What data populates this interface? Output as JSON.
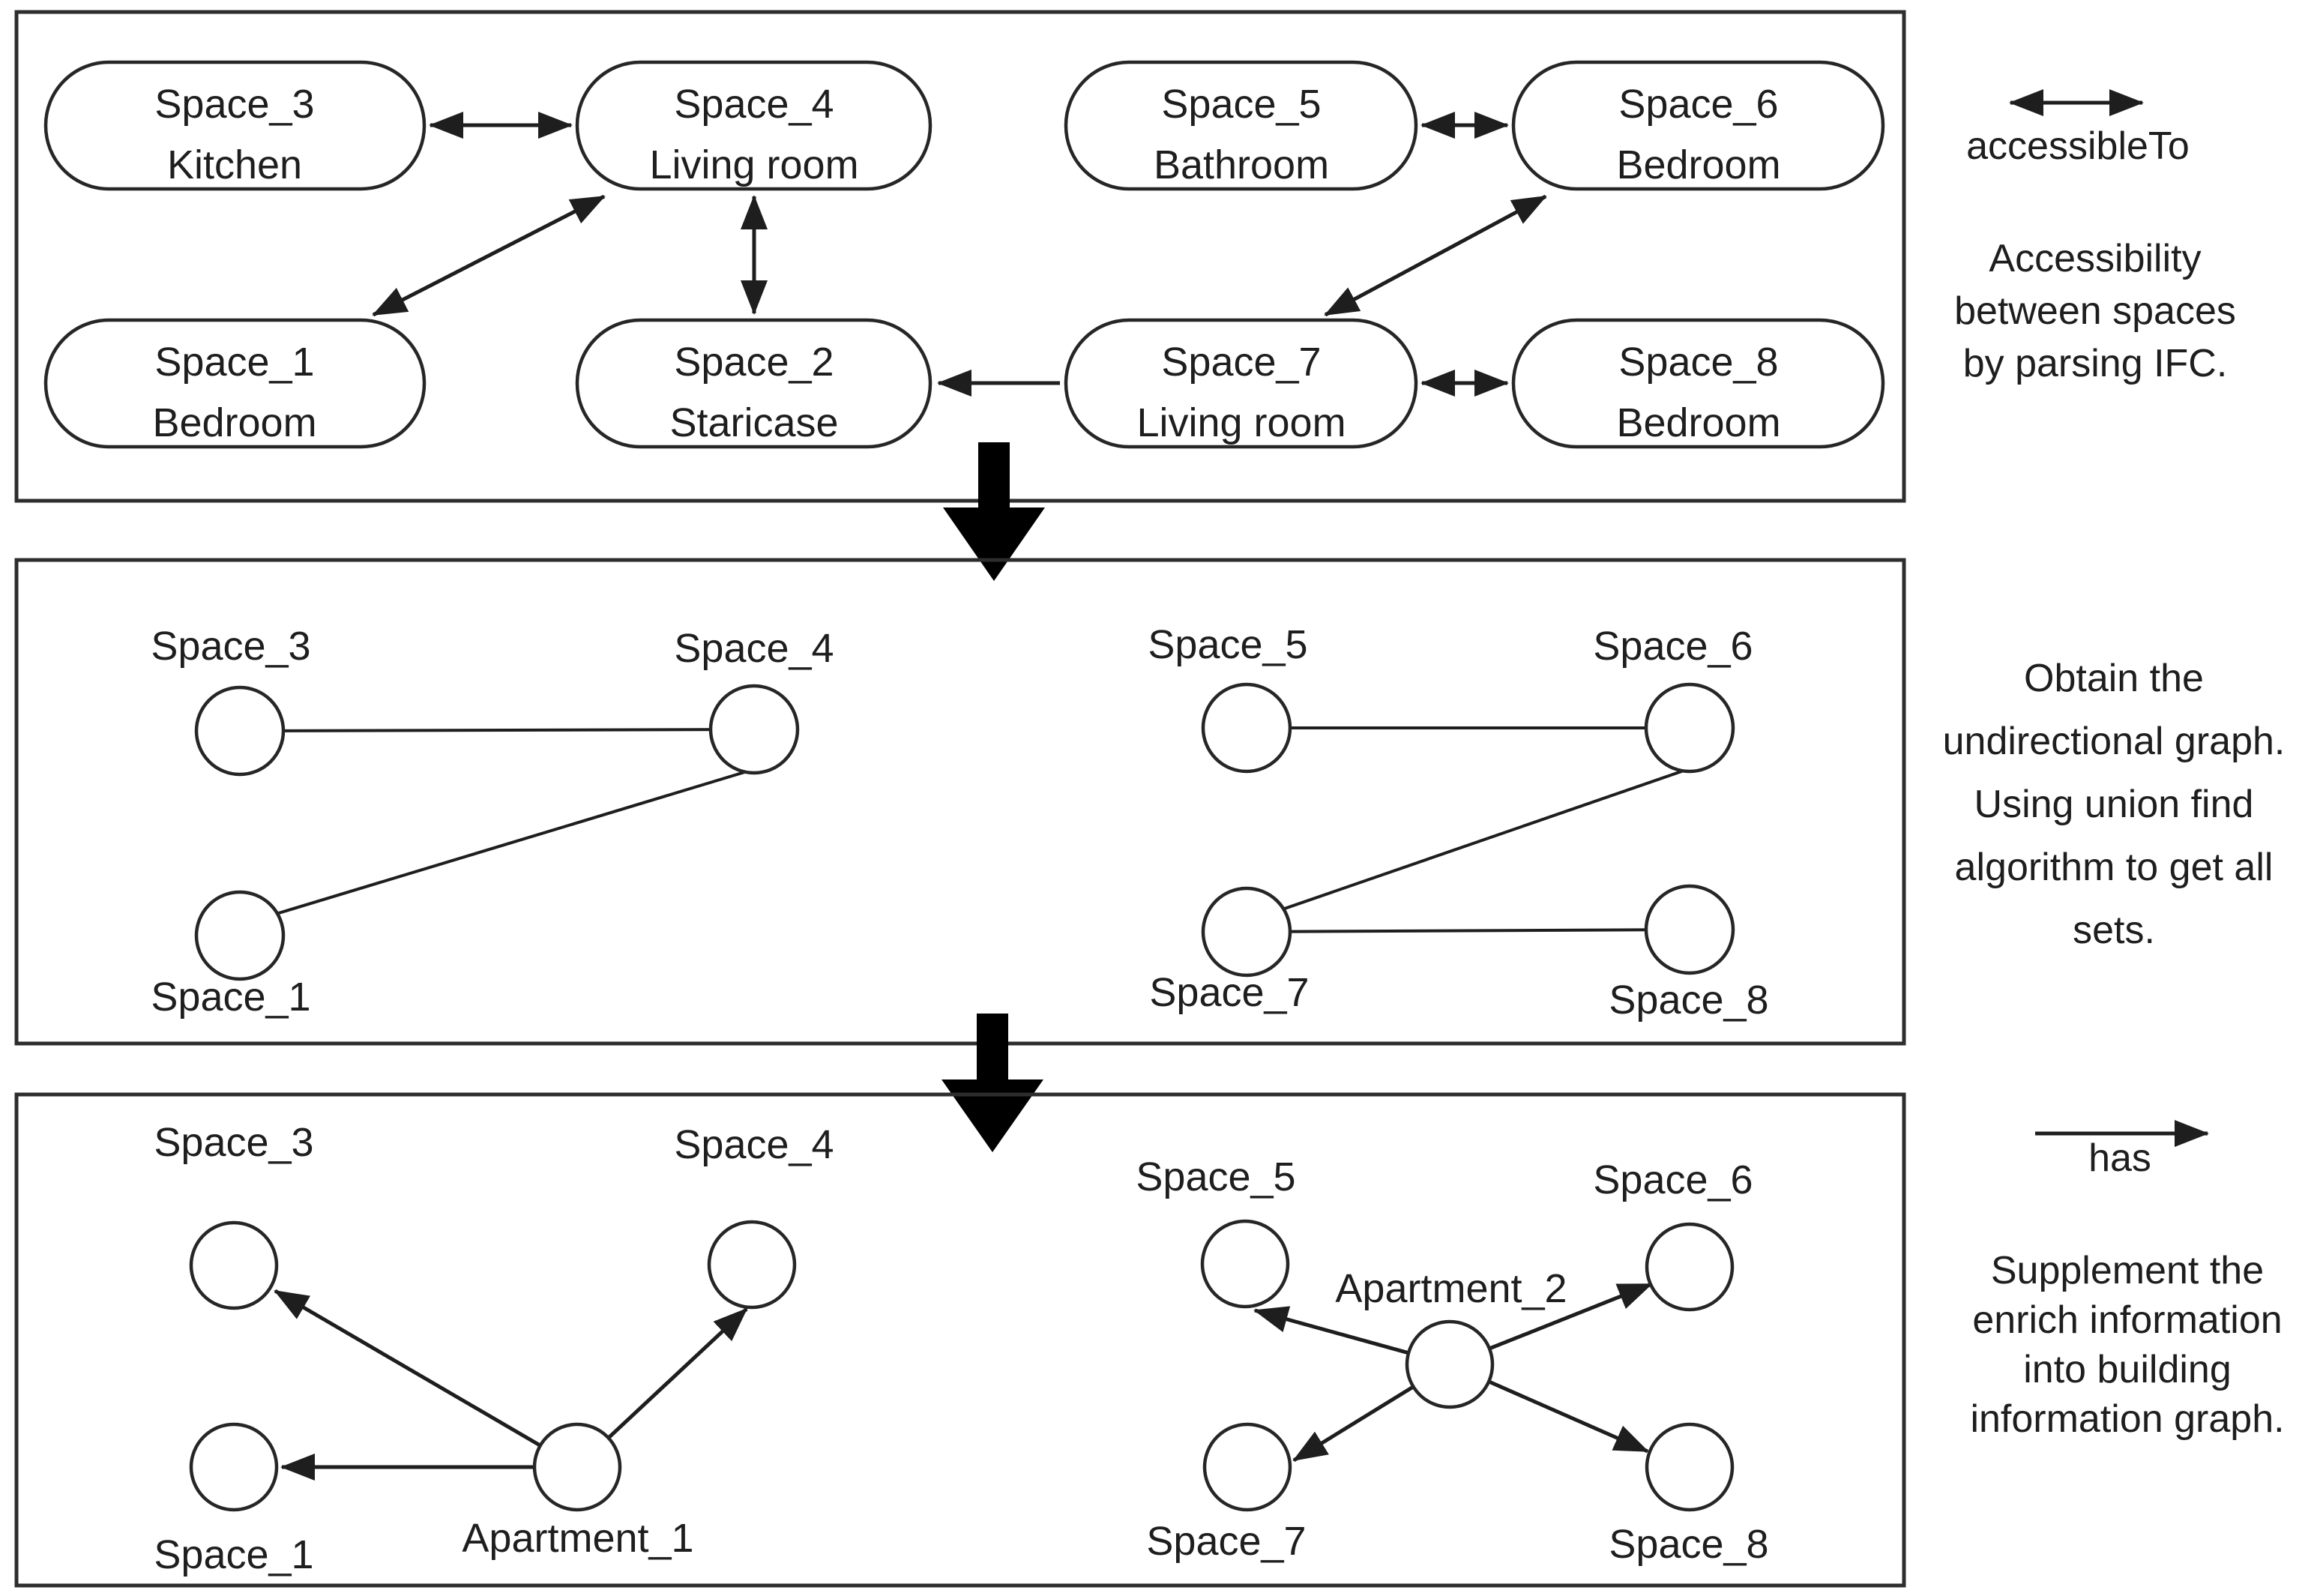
{
  "colors": {
    "ink": "#1e1e1e",
    "panel_border": "#2d2d2d",
    "background": "#ffffff"
  },
  "panel1": {
    "nodes": [
      {
        "key": "space3",
        "name": "Space_3",
        "room": "Kitchen"
      },
      {
        "key": "space4",
        "name": "Space_4",
        "room": "Living room"
      },
      {
        "key": "space5",
        "name": "Space_5",
        "room": "Bathroom"
      },
      {
        "key": "space6",
        "name": "Space_6",
        "room": "Bedroom"
      },
      {
        "key": "space1",
        "name": "Space_1",
        "room": "Bedroom"
      },
      {
        "key": "space2",
        "name": "Space_2",
        "room": "Staricase"
      },
      {
        "key": "space7",
        "name": "Space_7",
        "room": "Living room"
      },
      {
        "key": "space8",
        "name": "Space_8",
        "room": "Bedroom"
      }
    ]
  },
  "panel2": {
    "labels": {
      "space3": "Space_3",
      "space4": "Space_4",
      "space5": "Space_5",
      "space6": "Space_6",
      "space1": "Space_1",
      "space7": "Space_7",
      "space8": "Space_8"
    }
  },
  "panel3": {
    "labels": {
      "space3": "Space_3",
      "space4": "Space_4",
      "space5": "Space_5",
      "space6": "Space_6",
      "space1": "Space_1",
      "space7": "Space_7",
      "space8": "Space_8",
      "apartment1": "Apartment_1",
      "apartment2": "Apartment_2"
    }
  },
  "legend": {
    "accessible_to": {
      "label": "accessibleTo",
      "caption": [
        "Accessibility",
        "between spaces",
        "by parsing IFC."
      ]
    },
    "union_find": {
      "caption": [
        "Obtain the",
        "undirectional graph.",
        "Using union find",
        "algorithm to get all",
        "sets."
      ]
    },
    "has": {
      "label": "has",
      "caption": [
        "Supplement the",
        "enrich information",
        "into building",
        "information graph."
      ]
    }
  }
}
